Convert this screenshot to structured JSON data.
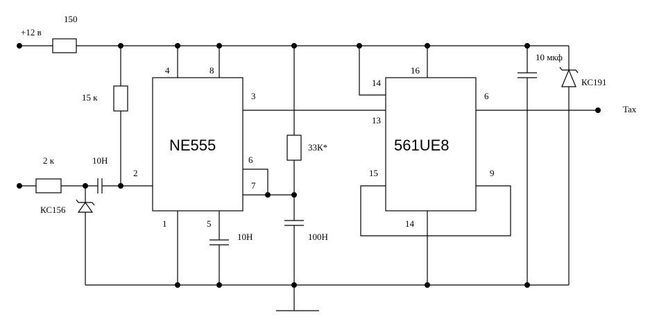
{
  "labels": {
    "supply": "+12 в",
    "r_series": "150",
    "r_pullup": "15 к",
    "r_input": "2 к",
    "c_input": "10Н",
    "zener_input": "КС156",
    "timer_chip": "NE555",
    "counter_chip": "561UE8",
    "r_timing": "33К*",
    "c_timing": "100Н",
    "c_control": "10Н",
    "c_filter": "10 мкф",
    "zener_supply": "КС191",
    "output": "Tax"
  },
  "pins": {
    "ne555": {
      "p4": "4",
      "p8": "8",
      "p3": "3",
      "p2": "2",
      "p6": "6",
      "p7": "7",
      "p1": "1",
      "p5": "5"
    },
    "cd4060": {
      "p14_top": "14",
      "p16": "16",
      "p6": "6",
      "p13": "13",
      "p15": "15",
      "p9": "9",
      "p14_bottom": "14"
    }
  }
}
